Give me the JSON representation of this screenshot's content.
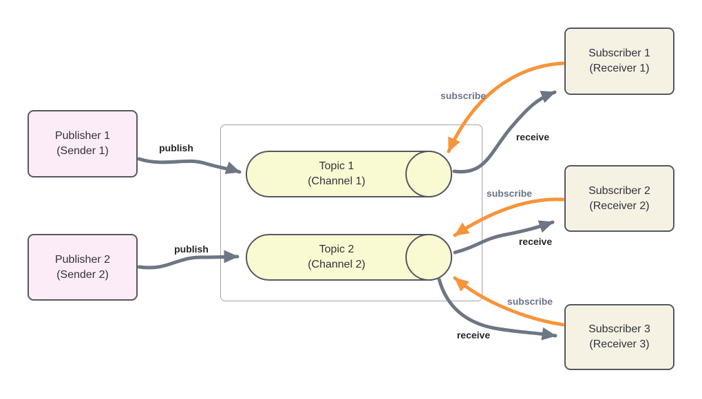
{
  "nodes": {
    "publishers": [
      {
        "title": "Publisher 1",
        "subtitle": "(Sender 1)"
      },
      {
        "title": "Publisher 2",
        "subtitle": "(Sender 2)"
      }
    ],
    "topics": [
      {
        "title": "Topic 1",
        "subtitle": "(Channel 1)"
      },
      {
        "title": "Topic 2",
        "subtitle": "(Channel 2)"
      }
    ],
    "subscribers": [
      {
        "title": "Subscriber 1",
        "subtitle": "(Receiver 1)"
      },
      {
        "title": "Subscriber 2",
        "subtitle": "(Receiver 2)"
      },
      {
        "title": "Subscriber 3",
        "subtitle": "(Receiver 3)"
      }
    ]
  },
  "edges": {
    "publish_1": "publish",
    "publish_2": "publish",
    "subscribe_1": "subscribe",
    "subscribe_2": "subscribe",
    "subscribe_3": "subscribe",
    "receive_1": "receive",
    "receive_2": "receive",
    "receive_3": "receive"
  },
  "colors": {
    "publisher_fill": "#fcecf8",
    "topic_fill": "#fafad2",
    "subscriber_fill": "#f5f2e3",
    "shape_border": "#55565f",
    "container_border": "#a2a2aa",
    "arrow_gray": "#6d7683",
    "arrow_orange": "#f7943a",
    "edge_label_dark": "#1f2328",
    "edge_label_gray": "#697587",
    "node_text": "#32323c"
  }
}
